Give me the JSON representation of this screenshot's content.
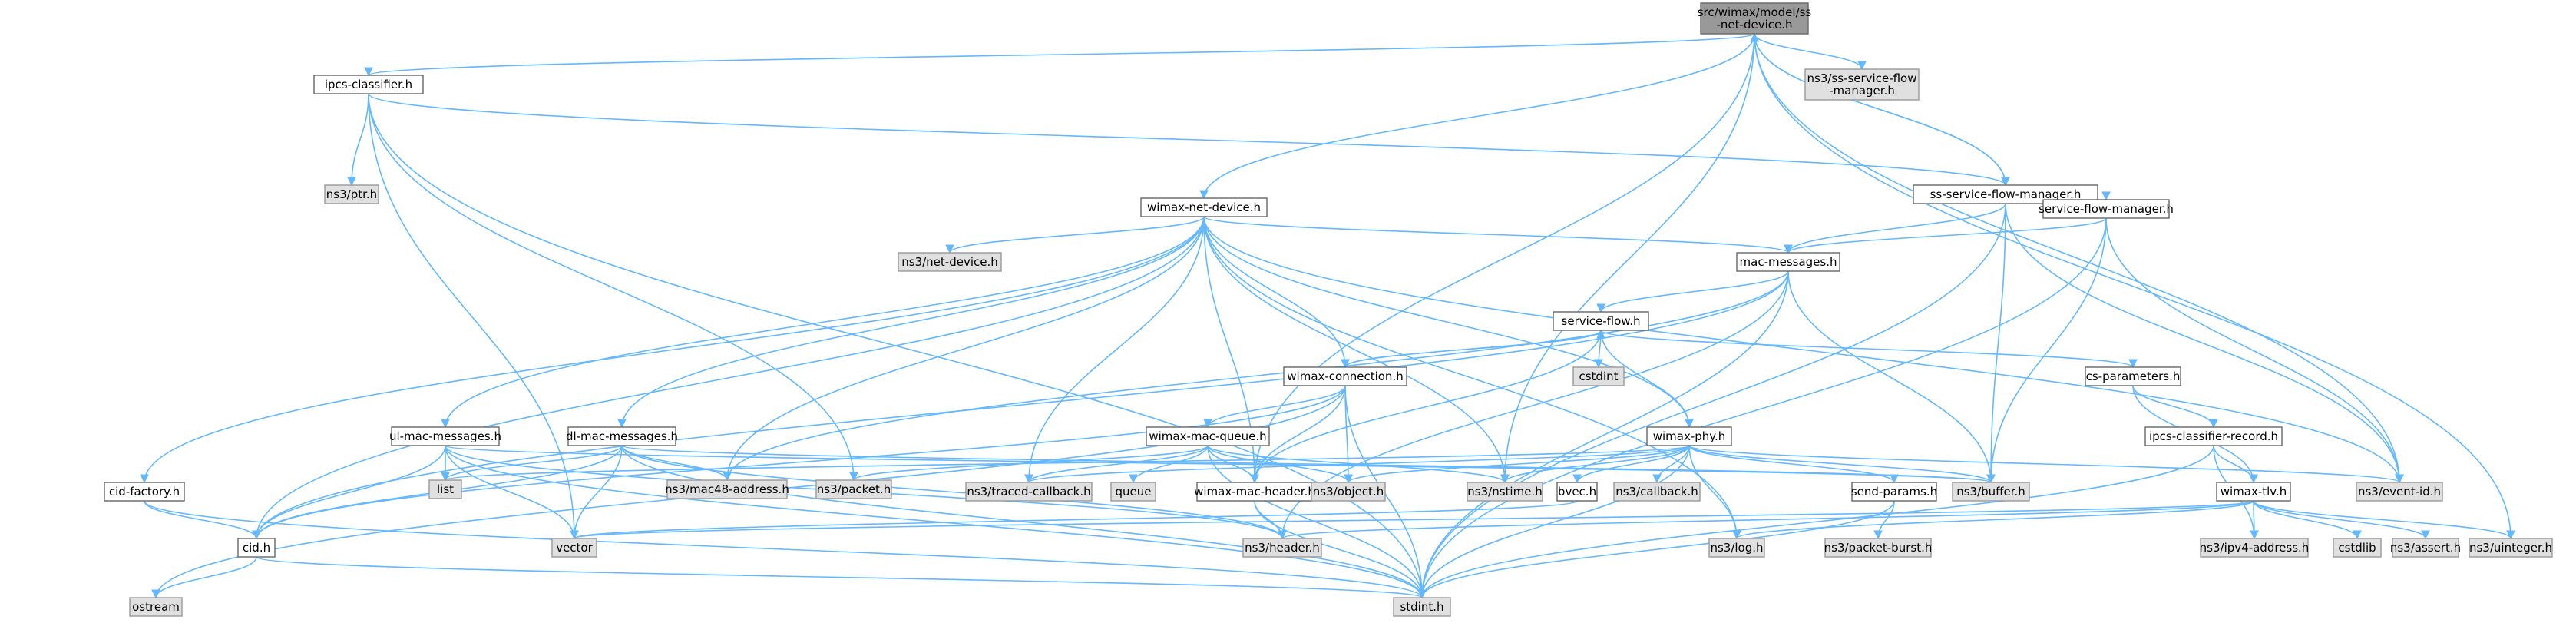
{
  "colors": {
    "root_fill": "#999999",
    "project_fill": "#ffffff",
    "external_fill": "#e0e0e0",
    "project_stroke": "#666666",
    "external_stroke": "#999999",
    "edge": "#63b8ff"
  },
  "nodes": [
    {
      "id": "root",
      "label": [
        "src/wimax/model/ss",
        "-net-device.h"
      ],
      "kind": "root"
    },
    {
      "id": "ipcs",
      "label": [
        "ipcs-classifier.h"
      ],
      "kind": "project"
    },
    {
      "id": "ssflowext",
      "label": [
        "ns3/ss-service-flow",
        "-manager.h"
      ],
      "kind": "external"
    },
    {
      "id": "ptr",
      "label": [
        "ns3/ptr.h"
      ],
      "kind": "external"
    },
    {
      "id": "ssflow",
      "label": [
        "ss-service-flow-manager.h"
      ],
      "kind": "project"
    },
    {
      "id": "wnd",
      "label": [
        "wimax-net-device.h"
      ],
      "kind": "project"
    },
    {
      "id": "sfm",
      "label": [
        "service-flow-manager.h"
      ],
      "kind": "project"
    },
    {
      "id": "netdev",
      "label": [
        "ns3/net-device.h"
      ],
      "kind": "external"
    },
    {
      "id": "macmsg",
      "label": [
        "mac-messages.h"
      ],
      "kind": "project"
    },
    {
      "id": "sflow",
      "label": [
        "service-flow.h"
      ],
      "kind": "project"
    },
    {
      "id": "cstdint",
      "label": [
        "cstdint"
      ],
      "kind": "external"
    },
    {
      "id": "wconn",
      "label": [
        "wimax-connection.h"
      ],
      "kind": "project"
    },
    {
      "id": "csparam",
      "label": [
        "cs-parameters.h"
      ],
      "kind": "project"
    },
    {
      "id": "ulmac",
      "label": [
        "ul-mac-messages.h"
      ],
      "kind": "project"
    },
    {
      "id": "dlmac",
      "label": [
        "dl-mac-messages.h"
      ],
      "kind": "project"
    },
    {
      "id": "wmq",
      "label": [
        "wimax-mac-queue.h"
      ],
      "kind": "project"
    },
    {
      "id": "wphy",
      "label": [
        "wimax-phy.h"
      ],
      "kind": "project"
    },
    {
      "id": "ipcsrec",
      "label": [
        "ipcs-classifier-record.h"
      ],
      "kind": "project"
    },
    {
      "id": "cidfac",
      "label": [
        "cid-factory.h"
      ],
      "kind": "project"
    },
    {
      "id": "list",
      "label": [
        "list"
      ],
      "kind": "external"
    },
    {
      "id": "mac48",
      "label": [
        "ns3/mac48-address.h"
      ],
      "kind": "external"
    },
    {
      "id": "packet",
      "label": [
        "ns3/packet.h"
      ],
      "kind": "external"
    },
    {
      "id": "tcb",
      "label": [
        "ns3/traced-callback.h"
      ],
      "kind": "external"
    },
    {
      "id": "queue",
      "label": [
        "queue"
      ],
      "kind": "external"
    },
    {
      "id": "wmh",
      "label": [
        "wimax-mac-header.h"
      ],
      "kind": "project"
    },
    {
      "id": "object",
      "label": [
        "ns3/object.h"
      ],
      "kind": "external"
    },
    {
      "id": "nstime",
      "label": [
        "ns3/nstime.h"
      ],
      "kind": "external"
    },
    {
      "id": "bvec",
      "label": [
        "bvec.h"
      ],
      "kind": "project"
    },
    {
      "id": "callback",
      "label": [
        "ns3/callback.h"
      ],
      "kind": "external"
    },
    {
      "id": "sendp",
      "label": [
        "send-params.h"
      ],
      "kind": "project"
    },
    {
      "id": "buffer",
      "label": [
        "ns3/buffer.h"
      ],
      "kind": "external"
    },
    {
      "id": "wtlv",
      "label": [
        "wimax-tlv.h"
      ],
      "kind": "project"
    },
    {
      "id": "eventid",
      "label": [
        "ns3/event-id.h"
      ],
      "kind": "external"
    },
    {
      "id": "cid",
      "label": [
        "cid.h"
      ],
      "kind": "project"
    },
    {
      "id": "vector",
      "label": [
        "vector"
      ],
      "kind": "external"
    },
    {
      "id": "header",
      "label": [
        "ns3/header.h"
      ],
      "kind": "external"
    },
    {
      "id": "log",
      "label": [
        "ns3/log.h"
      ],
      "kind": "external"
    },
    {
      "id": "pburst",
      "label": [
        "ns3/packet-burst.h"
      ],
      "kind": "external"
    },
    {
      "id": "ipv4",
      "label": [
        "ns3/ipv4-address.h"
      ],
      "kind": "external"
    },
    {
      "id": "cstdlib",
      "label": [
        "cstdlib"
      ],
      "kind": "external"
    },
    {
      "id": "assert",
      "label": [
        "ns3/assert.h"
      ],
      "kind": "external"
    },
    {
      "id": "uinteger",
      "label": [
        "ns3/uinteger.h"
      ],
      "kind": "external"
    },
    {
      "id": "ostream",
      "label": [
        "ostream"
      ],
      "kind": "external"
    },
    {
      "id": "stdint",
      "label": [
        "stdint.h"
      ],
      "kind": "external"
    }
  ],
  "edges": [
    [
      "root",
      "ipcs"
    ],
    [
      "root",
      "ssflowext"
    ],
    [
      "root",
      "ssflow"
    ],
    [
      "root",
      "wnd"
    ],
    [
      "root",
      "wmh"
    ],
    [
      "root",
      "eventid"
    ],
    [
      "root",
      "nstime"
    ],
    [
      "root",
      "uinteger"
    ],
    [
      "ipcs",
      "ptr"
    ],
    [
      "ipcs",
      "ssflow"
    ],
    [
      "ipcs",
      "packet"
    ],
    [
      "ipcs",
      "vector"
    ],
    [
      "ipcs",
      "stdint"
    ],
    [
      "ssflow",
      "root"
    ],
    [
      "ssflow",
      "sfm"
    ],
    [
      "ssflow",
      "macmsg"
    ],
    [
      "ssflow",
      "buffer"
    ],
    [
      "ssflow",
      "eventid"
    ],
    [
      "ssflow",
      "stdint"
    ],
    [
      "sfm",
      "macmsg"
    ],
    [
      "sfm",
      "buffer"
    ],
    [
      "sfm",
      "eventid"
    ],
    [
      "sfm",
      "stdint"
    ],
    [
      "wnd",
      "netdev"
    ],
    [
      "wnd",
      "macmsg"
    ],
    [
      "wnd",
      "wconn"
    ],
    [
      "wnd",
      "ulmac"
    ],
    [
      "wnd",
      "dlmac"
    ],
    [
      "wnd",
      "wphy"
    ],
    [
      "wnd",
      "cidfac"
    ],
    [
      "wnd",
      "mac48"
    ],
    [
      "wnd",
      "tcb"
    ],
    [
      "wnd",
      "wmh"
    ],
    [
      "wnd",
      "nstime"
    ],
    [
      "wnd",
      "eventid"
    ],
    [
      "wnd",
      "cid"
    ],
    [
      "wnd",
      "log"
    ],
    [
      "macmsg",
      "sflow"
    ],
    [
      "macmsg",
      "cid"
    ],
    [
      "macmsg",
      "mac48"
    ],
    [
      "macmsg",
      "buffer"
    ],
    [
      "macmsg",
      "header"
    ],
    [
      "macmsg",
      "stdint"
    ],
    [
      "sflow",
      "cstdint"
    ],
    [
      "sflow",
      "wconn"
    ],
    [
      "sflow",
      "csparam"
    ],
    [
      "sflow",
      "wphy"
    ],
    [
      "sflow",
      "wmh"
    ],
    [
      "wconn",
      "sflow"
    ],
    [
      "wconn",
      "wmq"
    ],
    [
      "wconn",
      "cid"
    ],
    [
      "wconn",
      "wmh"
    ],
    [
      "wconn",
      "object"
    ],
    [
      "wconn",
      "ostream"
    ],
    [
      "wconn",
      "stdint"
    ],
    [
      "csparam",
      "ipcsrec"
    ],
    [
      "csparam",
      "wtlv"
    ],
    [
      "ipcsrec",
      "wtlv"
    ],
    [
      "ipcsrec",
      "ipv4"
    ],
    [
      "ipcsrec",
      "stdint"
    ],
    [
      "ulmac",
      "cid"
    ],
    [
      "ulmac",
      "list"
    ],
    [
      "ulmac",
      "vector"
    ],
    [
      "ulmac",
      "header"
    ],
    [
      "ulmac",
      "stdint"
    ],
    [
      "ulmac",
      "buffer"
    ],
    [
      "dlmac",
      "cid"
    ],
    [
      "dlmac",
      "list"
    ],
    [
      "dlmac",
      "mac48"
    ],
    [
      "dlmac",
      "vector"
    ],
    [
      "dlmac",
      "header"
    ],
    [
      "dlmac",
      "stdint"
    ],
    [
      "dlmac",
      "buffer"
    ],
    [
      "wmq",
      "packet"
    ],
    [
      "wmq",
      "tcb"
    ],
    [
      "wmq",
      "queue"
    ],
    [
      "wmq",
      "wmh"
    ],
    [
      "wmq",
      "object"
    ],
    [
      "wmq",
      "nstime"
    ],
    [
      "wmq",
      "stdint"
    ],
    [
      "wphy",
      "bvec"
    ],
    [
      "wphy",
      "callback"
    ],
    [
      "wphy",
      "sendp"
    ],
    [
      "wphy",
      "list"
    ],
    [
      "wphy",
      "tcb"
    ],
    [
      "wphy",
      "object"
    ],
    [
      "wphy",
      "nstime"
    ],
    [
      "wphy",
      "buffer"
    ],
    [
      "wphy",
      "eventid"
    ],
    [
      "wphy",
      "log"
    ],
    [
      "wphy",
      "stdint"
    ],
    [
      "wmh",
      "header"
    ],
    [
      "wmh",
      "stdint"
    ],
    [
      "bvec",
      "vector"
    ],
    [
      "sendp",
      "pburst"
    ],
    [
      "sendp",
      "stdint"
    ],
    [
      "wtlv",
      "cstdlib"
    ],
    [
      "wtlv",
      "assert"
    ],
    [
      "wtlv",
      "uinteger"
    ],
    [
      "wtlv",
      "ipv4"
    ],
    [
      "wtlv",
      "header"
    ],
    [
      "wtlv",
      "log"
    ],
    [
      "wtlv",
      "vector"
    ],
    [
      "cidfac",
      "cid"
    ],
    [
      "cidfac",
      "stdint"
    ],
    [
      "cid",
      "ostream"
    ],
    [
      "cid",
      "stdint"
    ]
  ]
}
